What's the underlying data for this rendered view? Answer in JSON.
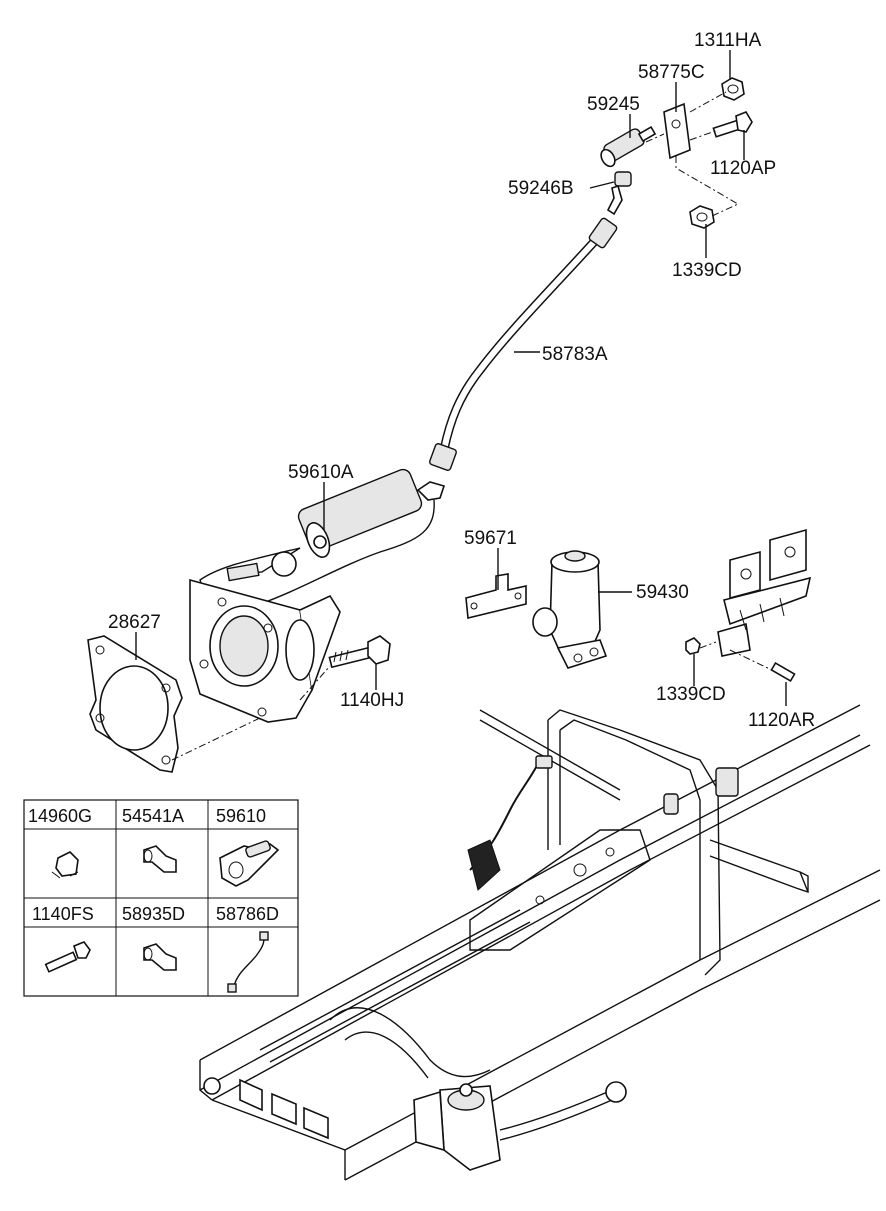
{
  "callouts": {
    "p1311HA": "1311HA",
    "p58775C": "58775C",
    "p59245": "59245",
    "p1120AP": "1120AP",
    "p59246B": "59246B",
    "p1339CD_top": "1339CD",
    "p58783A": "58783A",
    "p59610A": "59610A",
    "p59671": "59671",
    "p59430": "59430",
    "p28627": "28627",
    "p1140HJ": "1140HJ",
    "p1339CD_mid": "1339CD",
    "p1120AR": "1120AR"
  },
  "parts_table": {
    "row1": [
      "14960G",
      "54541A",
      "59610"
    ],
    "row2": [
      "1140FS",
      "58935D",
      "58786D"
    ]
  },
  "icons": [
    "clip-icon",
    "elbow-fitting-icon",
    "actuator-icon",
    "bolt-icon",
    "elbow-fitting-icon",
    "wire-harness-icon"
  ]
}
